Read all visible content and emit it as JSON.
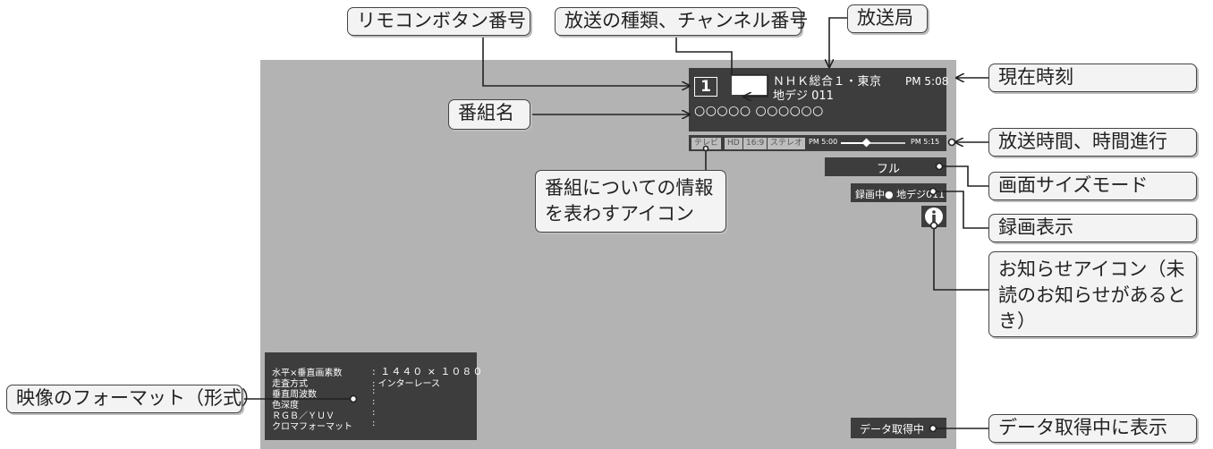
{
  "callouts": {
    "remote_button": "リモコンボタン番号",
    "broadcast_type": "放送の種類、チャンネル番号",
    "station": "放送局",
    "current_time": "現在時刻",
    "program_name": "番組名",
    "broadcast_time": "放送時間、時間進行",
    "program_icons": "番組についての情報を表わすアイコン",
    "screen_size": "画面サイズモード",
    "recording": "録画表示",
    "notice_icon": "お知らせアイコン（未読のお知らせがあるとき）",
    "video_format": "映像のフォーマット（形式）",
    "data_acquiring": "データ取得中に表示"
  },
  "tv": {
    "remote_number": "1",
    "station_name": "ＮＨＫ総合１・東京",
    "channel": "地デジ 011",
    "time": "PM 5:08",
    "program_title": "○○○○○ ○○○○○○",
    "badges": [
      "テレビ",
      "HD",
      "16:9",
      "ステレオ"
    ],
    "start_time": "PM 5:00",
    "end_time": "PM 5:15",
    "progress": 0.4,
    "screen_mode": "フル",
    "recording_text": "録画中● 地デジ011",
    "info_icon": "info-icon",
    "data_status": "データ取得中"
  },
  "format": {
    "rows": [
      {
        "label": "水平×垂直画素数",
        "value": ": １４４０ × １０８０"
      },
      {
        "label": "走査方式",
        "value": ": インターレース"
      },
      {
        "label": "垂直周波数",
        "value": ":"
      },
      {
        "label": "色深度",
        "value": ":"
      },
      {
        "label": "ＲＧＢ／ＹＵＶ",
        "value": ":"
      },
      {
        "label": "クロマフォーマット",
        "value": ":"
      }
    ]
  }
}
